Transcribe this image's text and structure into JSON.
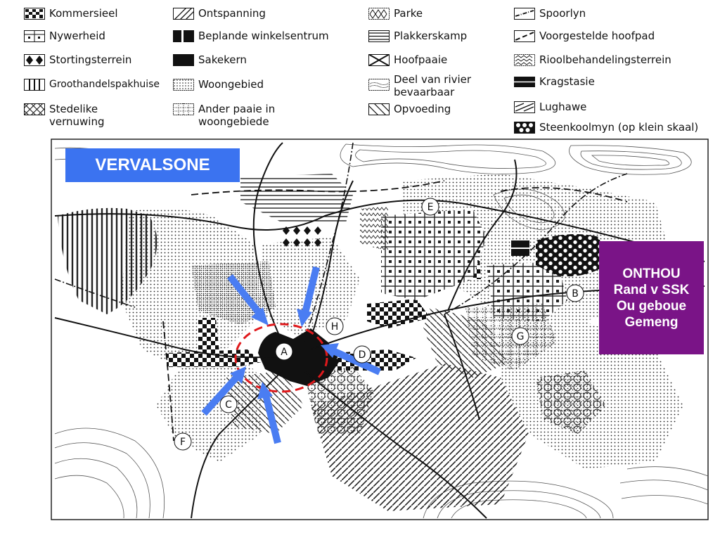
{
  "legend": [
    {
      "name": "legend-kommersieel",
      "icon": "checker-swatch-icon",
      "label": "Kommersieel"
    },
    {
      "name": "legend-nywerheid",
      "icon": "grid-box-swatch-icon",
      "label": "Nywerheid"
    },
    {
      "name": "legend-stortingsterrein",
      "icon": "diamonds-swatch-icon",
      "label": "Stortingsterrein"
    },
    {
      "name": "legend-groothandelspakhuise",
      "icon": "vertical-lines-swatch-icon",
      "label": "Groothandelspakhuise"
    },
    {
      "name": "legend-stedelike-vernuwing",
      "icon": "crosshatch-swatch-icon",
      "label": "Stedelike\nvernuwing"
    },
    {
      "name": "legend-ontspanning",
      "icon": "diagonal-lines-swatch-icon",
      "label": "Ontspanning"
    },
    {
      "name": "legend-beplande-winkelsentrum",
      "icon": "black-bars-swatch-icon",
      "label": "Beplande winkelsentrum"
    },
    {
      "name": "legend-sakekern",
      "icon": "solid-black-swatch-icon",
      "label": "Sakekern"
    },
    {
      "name": "legend-woongebied",
      "icon": "dots-swatch-icon",
      "label": "Woongebied"
    },
    {
      "name": "legend-ander-paaie",
      "icon": "dotted-grid-swatch-icon",
      "label": "Ander paaie in\nwoongebiede"
    },
    {
      "name": "legend-parke",
      "icon": "park-swatch-icon",
      "label": "Parke"
    },
    {
      "name": "legend-plakkerskamp",
      "icon": "horizontal-lines-swatch-icon",
      "label": "Plakkerskamp"
    },
    {
      "name": "legend-hoofpaaie",
      "icon": "x-box-swatch-icon",
      "label": "Hoofpaaie"
    },
    {
      "name": "legend-deel-van-rivier",
      "icon": "river-swatch-icon",
      "label": "Deel van rivier\nbevaarbaar"
    },
    {
      "name": "legend-opvoeding",
      "icon": "diagonal-box-swatch-icon",
      "label": "Opvoeding"
    },
    {
      "name": "legend-spoorlyn",
      "icon": "railway-swatch-icon",
      "label": "Spoorlyn"
    },
    {
      "name": "legend-voorgestelde-hoofpad",
      "icon": "dashed-road-swatch-icon",
      "label": "Voorgestelde hoofpad"
    },
    {
      "name": "legend-rioolbehandelingsterrein",
      "icon": "zigzag-swatch-icon",
      "label": "Rioolbehandelingsterrein"
    },
    {
      "name": "legend-kragstasie",
      "icon": "power-station-swatch-icon",
      "label": "Kragstasie"
    },
    {
      "name": "legend-lughawe",
      "icon": "airport-swatch-icon",
      "label": "Lughawe"
    },
    {
      "name": "legend-steenkoolmyn",
      "icon": "coalmine-swatch-icon",
      "label": "Steenkoolmyn (op klein skaal)"
    }
  ],
  "callouts": {
    "vervalsone": "VERVALSONE",
    "onthou_lines": [
      "ONTHOU",
      "Rand v SSK",
      "Ou geboue",
      "Gemeng"
    ]
  },
  "map_labels": {
    "a": "A",
    "b": "B",
    "c": "C",
    "d": "D",
    "e": "E",
    "f": "F",
    "g": "G",
    "h": "H"
  },
  "colors": {
    "callout_blue": "#3b73f0",
    "callout_purple": "#7a1487",
    "arrow_blue": "#4a7df2",
    "ring_red": "#e0191c"
  }
}
